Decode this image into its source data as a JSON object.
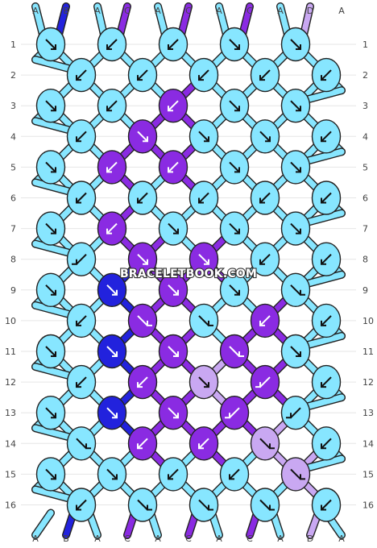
{
  "watermark": "BRACELETBOOK.COM",
  "colors": {
    "A": "#87e6ff",
    "B": "#2222dd",
    "C": "#8a2be2",
    "D": "#c9a8f2"
  },
  "strings_top": [
    "A",
    "B",
    "A",
    "C",
    "A",
    "C",
    "A",
    "C",
    "A",
    "D",
    "A"
  ],
  "strings_bottom": [
    "A",
    "B",
    "A",
    "C",
    "A",
    "C",
    "A",
    "C",
    "A",
    "D",
    "A"
  ],
  "row_numbers": [
    "1",
    "2",
    "3",
    "4",
    "5",
    "6",
    "7",
    "8",
    "9",
    "10",
    "11",
    "12",
    "13",
    "14",
    "15",
    "16"
  ],
  "knot_rows": [
    [
      {
        "c": "A",
        "d": "se"
      },
      {
        "c": "A",
        "d": "sw"
      },
      {
        "c": "A",
        "d": "sw"
      },
      {
        "c": "A",
        "d": "se"
      },
      {
        "c": "A",
        "d": "se"
      }
    ],
    [
      {
        "c": "A",
        "d": "sw"
      },
      {
        "c": "A",
        "d": "sw"
      },
      {
        "c": "A",
        "d": "sw"
      },
      {
        "c": "A",
        "d": "sw"
      },
      {
        "c": "A",
        "d": "sw"
      }
    ],
    [
      {
        "c": "A",
        "d": "se"
      },
      {
        "c": "A",
        "d": "sw"
      },
      {
        "c": "C",
        "d": "sw"
      },
      {
        "c": "A",
        "d": "se"
      },
      {
        "c": "A",
        "d": "se"
      }
    ],
    [
      {
        "c": "A",
        "d": "sw"
      },
      {
        "c": "C",
        "d": "se"
      },
      {
        "c": "A",
        "d": "se"
      },
      {
        "c": "A",
        "d": "se"
      },
      {
        "c": "A",
        "d": "sw"
      }
    ],
    [
      {
        "c": "A",
        "d": "se"
      },
      {
        "c": "C",
        "d": "sw"
      },
      {
        "c": "C",
        "d": "sw"
      },
      {
        "c": "A",
        "d": "se"
      },
      {
        "c": "A",
        "d": "se"
      }
    ],
    [
      {
        "c": "A",
        "d": "sw"
      },
      {
        "c": "A",
        "d": "sw"
      },
      {
        "c": "A",
        "d": "sw"
      },
      {
        "c": "A",
        "d": "sw"
      },
      {
        "c": "A",
        "d": "sw"
      }
    ],
    [
      {
        "c": "A",
        "d": "se"
      },
      {
        "c": "C",
        "d": "sw"
      },
      {
        "c": "A",
        "d": "se"
      },
      {
        "c": "A",
        "d": "se"
      },
      {
        "c": "A",
        "d": "se"
      }
    ],
    [
      {
        "c": "A",
        "d": "w"
      },
      {
        "c": "C",
        "d": "se"
      },
      {
        "c": "C",
        "d": "se"
      },
      {
        "c": "A",
        "d": "sw"
      },
      {
        "c": "A",
        "d": "sw"
      }
    ],
    [
      {
        "c": "A",
        "d": "se"
      },
      {
        "c": "B",
        "d": "se"
      },
      {
        "c": "C",
        "d": "se"
      },
      {
        "c": "A",
        "d": "se"
      },
      {
        "c": "A",
        "d": "e"
      }
    ],
    [
      {
        "c": "A",
        "d": "sw"
      },
      {
        "c": "C",
        "d": "e"
      },
      {
        "c": "A",
        "d": "e"
      },
      {
        "c": "C",
        "d": "sw"
      },
      {
        "c": "A",
        "d": "sw"
      }
    ],
    [
      {
        "c": "A",
        "d": "se"
      },
      {
        "c": "B",
        "d": "se"
      },
      {
        "c": "C",
        "d": "se"
      },
      {
        "c": "C",
        "d": "e"
      },
      {
        "c": "A",
        "d": "se"
      }
    ],
    [
      {
        "c": "A",
        "d": "sw"
      },
      {
        "c": "C",
        "d": "sw"
      },
      {
        "c": "D",
        "d": "se"
      },
      {
        "c": "C",
        "d": "w"
      },
      {
        "c": "A",
        "d": "sw"
      }
    ],
    [
      {
        "c": "A",
        "d": "se"
      },
      {
        "c": "B",
        "d": "se"
      },
      {
        "c": "C",
        "d": "se"
      },
      {
        "c": "C",
        "d": "w"
      },
      {
        "c": "A",
        "d": "w"
      }
    ],
    [
      {
        "c": "A",
        "d": "e"
      },
      {
        "c": "C",
        "d": "sw"
      },
      {
        "c": "C",
        "d": "sw"
      },
      {
        "c": "D",
        "d": "e"
      },
      {
        "c": "A",
        "d": "sw"
      }
    ],
    [
      {
        "c": "A",
        "d": "se"
      },
      {
        "c": "A",
        "d": "se"
      },
      {
        "c": "A",
        "d": "sw"
      },
      {
        "c": "A",
        "d": "sw"
      },
      {
        "c": "D",
        "d": "e"
      }
    ],
    [
      {
        "c": "A",
        "d": "sw"
      },
      {
        "c": "A",
        "d": "e"
      },
      {
        "c": "A",
        "d": "e"
      },
      {
        "c": "A",
        "d": "e"
      },
      {
        "c": "A",
        "d": "sw"
      }
    ]
  ]
}
